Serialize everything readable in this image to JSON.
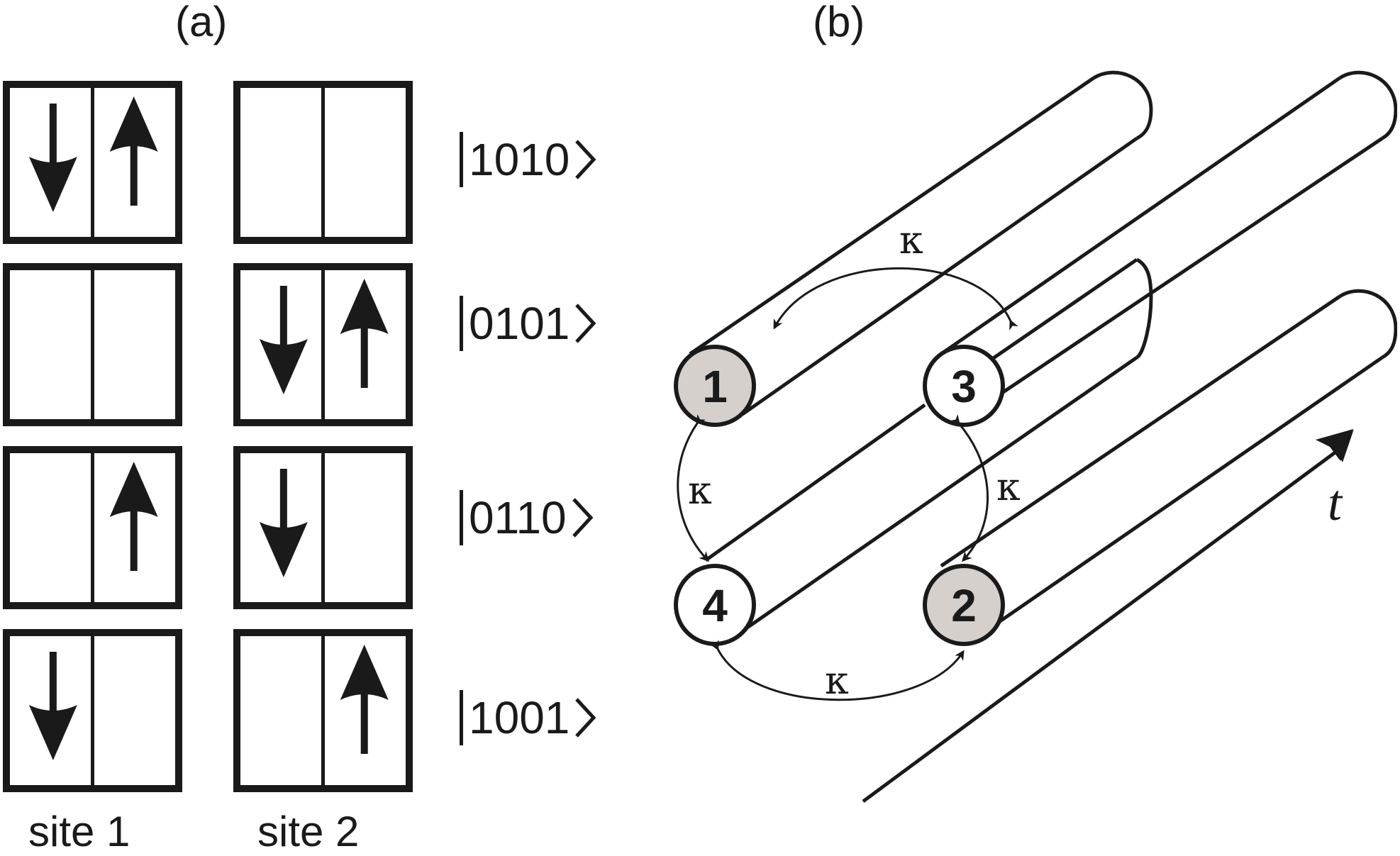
{
  "panel_a": {
    "label": "(a)",
    "site_labels": [
      "site 1",
      "site 2"
    ],
    "states": [
      {
        "ket": "1010",
        "site1": {
          "left": "down",
          "right": "up"
        },
        "site2": {
          "left": "",
          "right": ""
        }
      },
      {
        "ket": "0101",
        "site1": {
          "left": "",
          "right": ""
        },
        "site2": {
          "left": "down",
          "right": "up"
        }
      },
      {
        "ket": "0110",
        "site1": {
          "left": "",
          "right": "up"
        },
        "site2": {
          "left": "down",
          "right": ""
        }
      },
      {
        "ket": "1001",
        "site1": {
          "left": "down",
          "right": ""
        },
        "site2": {
          "left": "",
          "right": "up"
        }
      }
    ]
  },
  "panel_b": {
    "label": "(b)",
    "nodes": [
      {
        "id": "1",
        "fill": "#d5d0cc"
      },
      {
        "id": "3",
        "fill": "#ffffff"
      },
      {
        "id": "4",
        "fill": "#ffffff"
      },
      {
        "id": "2",
        "fill": "#d5d0cc"
      }
    ],
    "coupling_symbol": "κ",
    "time_label": "t"
  },
  "colors": {
    "stroke": "#1a1a1a",
    "shaded_node": "#d5d0cc",
    "background": "#ffffff"
  }
}
